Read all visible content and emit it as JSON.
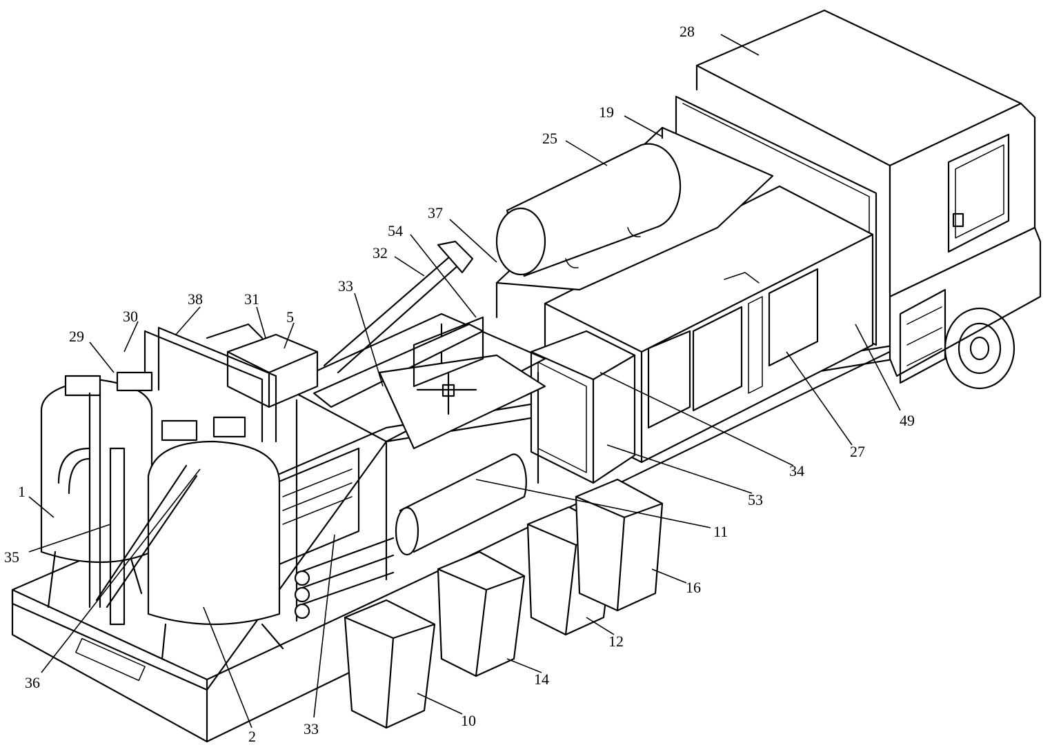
{
  "labels": {
    "l1": "1",
    "l2": "2",
    "l5": "5",
    "l10": "10",
    "l11": "11",
    "l12": "12",
    "l14": "14",
    "l16": "16",
    "l19": "19",
    "l25": "25",
    "l27": "27",
    "l28": "28",
    "l29": "29",
    "l30": "30",
    "l31": "31",
    "l32": "32",
    "l33a": "33",
    "l33b": "33",
    "l34": "34",
    "l35": "35",
    "l36": "36",
    "l37": "37",
    "l38": "38",
    "l49": "49",
    "l53": "53",
    "l54": "54"
  }
}
